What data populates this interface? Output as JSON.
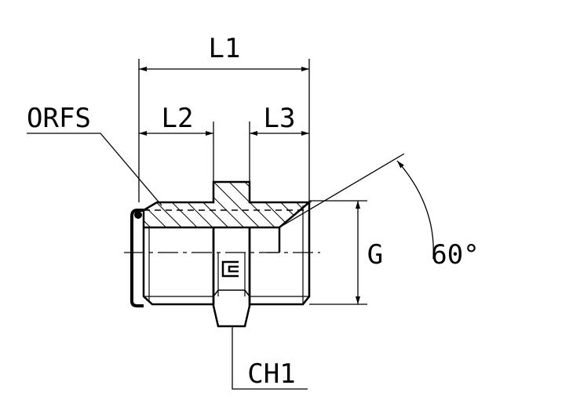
{
  "labels": {
    "l1": "L1",
    "l2": "L2",
    "l3": "L3",
    "orfs": "ORFS",
    "g": "G",
    "angle": "60°",
    "ch1": "CH1"
  }
}
